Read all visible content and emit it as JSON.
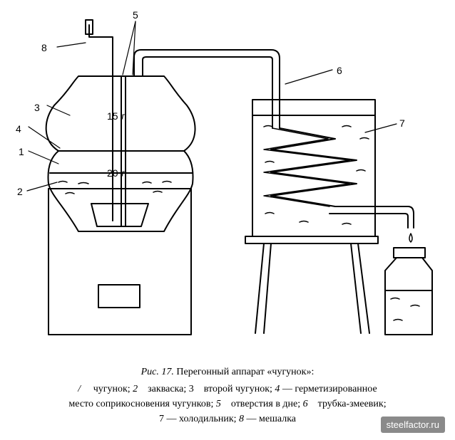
{
  "labels": {
    "n1": "1",
    "n2": "2",
    "n3": "3",
    "n4": "4",
    "n5": "5",
    "n6": "6",
    "n7": "7",
    "n8": "8",
    "vol_upper": "15 л",
    "vol_lower": "20 л"
  },
  "caption": {
    "title_prefix": "Рис. 17.",
    "title_text": "Перегонный аппарат «чугунок»:",
    "line1_a": "/",
    "line1_b": "чугунок;",
    "line1_c": "2",
    "line1_d": "закваска;",
    "line1_e": "3",
    "line1_f": "второй чугунок;",
    "line1_g": "4",
    "line1_h": "— герметизированное",
    "line2_a": "место соприкосновения чугунков;",
    "line2_b": "5",
    "line2_c": "отверстия в дне;",
    "line2_d": "6",
    "line2_e": "трубка-змеевик;",
    "line3_a": "7",
    "line3_b": "— холодильник;",
    "line3_c": "8",
    "line3_d": "— мешалка"
  },
  "watermark": "steelfactor.ru"
}
